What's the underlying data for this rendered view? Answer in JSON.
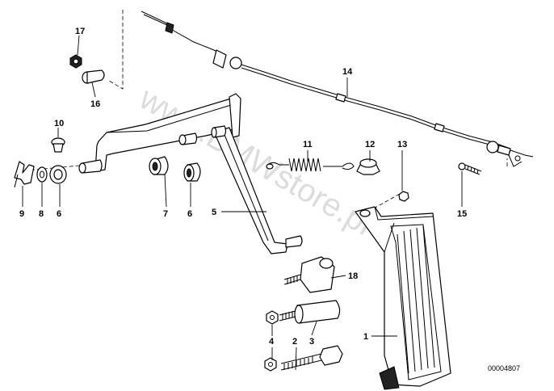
{
  "diagram": {
    "reference_number": "00004807",
    "watermark": "www.BMWstore.pl",
    "callouts": {
      "p1": "1",
      "p2": "2",
      "p3": "3",
      "p4": "4",
      "p5": "5",
      "p6a": "6",
      "p6b": "6",
      "p7": "7",
      "p8": "8",
      "p9": "9",
      "p10": "10",
      "p11": "11",
      "p12": "12",
      "p13": "13",
      "p14": "14",
      "p15": "15",
      "p16": "16",
      "p17": "17",
      "p18": "18"
    }
  }
}
